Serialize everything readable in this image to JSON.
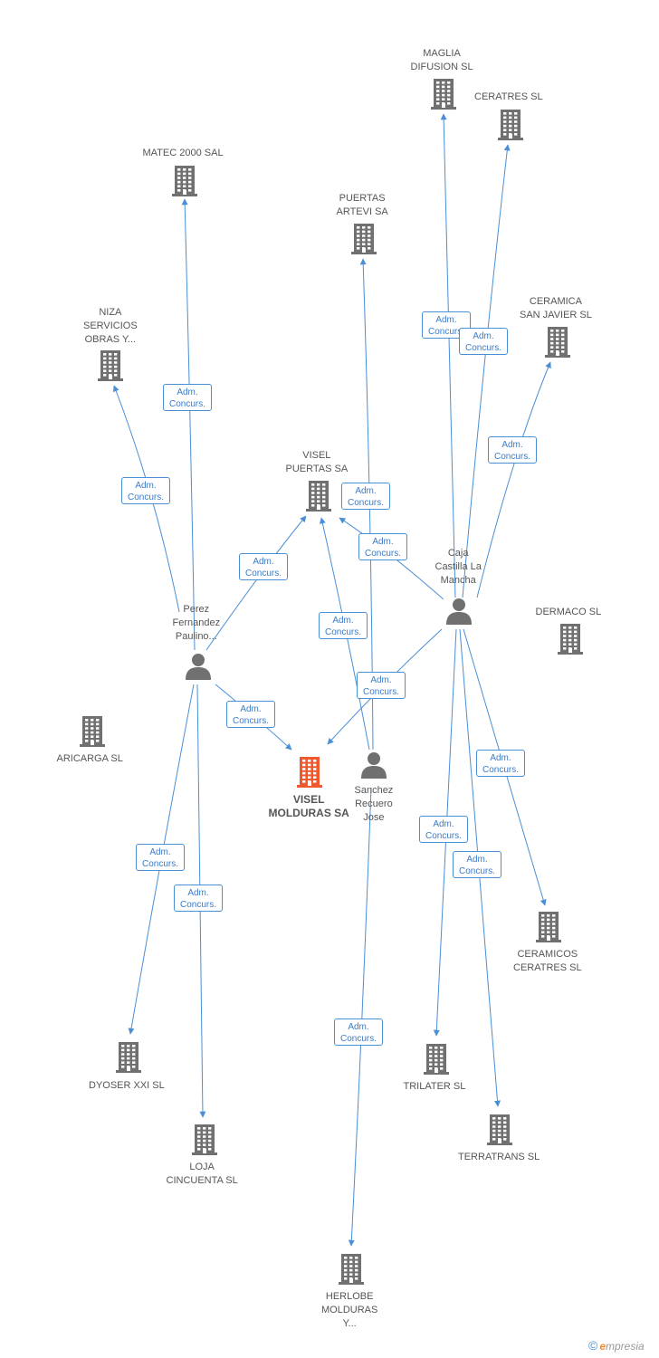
{
  "colors": {
    "building": "#707070",
    "main_building": "#f0592b",
    "edge": "#4a8fd6",
    "person": "#707070"
  },
  "relation_label": [
    "Adm.",
    "Concurs."
  ],
  "nodes": [
    {
      "id": "visel-molduras",
      "type": "company",
      "main": true,
      "label": [
        "VISEL",
        "MOLDURAS SA"
      ]
    },
    {
      "id": "maglia",
      "type": "company",
      "label": [
        "MAGLIA",
        "DIFUSION SL"
      ]
    },
    {
      "id": "ceratres",
      "type": "company",
      "label": [
        "CERATRES SL"
      ]
    },
    {
      "id": "matec",
      "type": "company",
      "label": [
        "MATEC 2000 SAL"
      ]
    },
    {
      "id": "puertas-artevi",
      "type": "company",
      "label": [
        "PUERTAS",
        "ARTEVI SA"
      ]
    },
    {
      "id": "ceramica-sj",
      "type": "company",
      "label": [
        "CERAMICA",
        "SAN JAVIER SL"
      ]
    },
    {
      "id": "niza",
      "type": "company",
      "label": [
        "NIZA",
        "SERVICIOS",
        "OBRAS Y..."
      ]
    },
    {
      "id": "visel-puertas",
      "type": "company",
      "label": [
        "VISEL",
        "PUERTAS SA"
      ]
    },
    {
      "id": "dermaco",
      "type": "company",
      "label": [
        "DERMACO SL"
      ]
    },
    {
      "id": "aricarga",
      "type": "company",
      "label": [
        "ARICARGA SL"
      ]
    },
    {
      "id": "ceramicos-ceratres",
      "type": "company",
      "label": [
        "CERAMICOS",
        "CERATRES SL"
      ]
    },
    {
      "id": "dyoser",
      "type": "company",
      "label": [
        "DYOSER XXI SL"
      ]
    },
    {
      "id": "trilater",
      "type": "company",
      "label": [
        "TRILATER SL"
      ]
    },
    {
      "id": "terratrans",
      "type": "company",
      "label": [
        "TERRATRANS SL"
      ]
    },
    {
      "id": "loja",
      "type": "company",
      "label": [
        "LOJA",
        "CINCUENTA SL"
      ]
    },
    {
      "id": "herlobe",
      "type": "company",
      "label": [
        "HERLOBE",
        "MOLDURAS",
        "Y..."
      ]
    },
    {
      "id": "perez",
      "type": "person",
      "label": [
        "Perez",
        "Fernandez",
        "Paulino..."
      ]
    },
    {
      "id": "caja",
      "type": "person",
      "label": [
        "Caja",
        "Castilla La",
        "Mancha"
      ]
    },
    {
      "id": "sanchez",
      "type": "person",
      "label": [
        "Sanchez",
        "Recuero",
        "Jose"
      ]
    }
  ],
  "edges": [
    {
      "from": "perez",
      "to": "matec"
    },
    {
      "from": "perez",
      "to": "niza"
    },
    {
      "from": "perez",
      "to": "visel-puertas"
    },
    {
      "from": "perez",
      "to": "visel-molduras"
    },
    {
      "from": "perez",
      "to": "dyoser"
    },
    {
      "from": "perez",
      "to": "loja"
    },
    {
      "from": "caja",
      "to": "maglia"
    },
    {
      "from": "caja",
      "to": "ceratres"
    },
    {
      "from": "caja",
      "to": "ceramica-sj"
    },
    {
      "from": "caja",
      "to": "visel-puertas"
    },
    {
      "from": "caja",
      "to": "visel-molduras"
    },
    {
      "from": "caja",
      "to": "ceramicos-ceratres"
    },
    {
      "from": "caja",
      "to": "trilater"
    },
    {
      "from": "caja",
      "to": "terratrans"
    },
    {
      "from": "sanchez",
      "to": "puertas-artevi"
    },
    {
      "from": "sanchez",
      "to": "visel-puertas"
    },
    {
      "from": "sanchez",
      "to": "herlobe"
    }
  ],
  "brand": {
    "copyright": "©",
    "e": "e",
    "rest": "mpresia"
  }
}
